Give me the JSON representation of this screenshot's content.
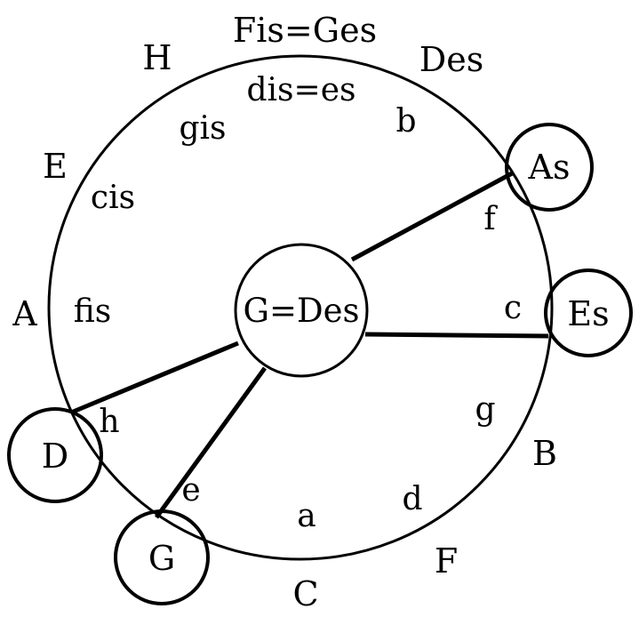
{
  "center_label": "G=Des",
  "outer_ring": [
    {
      "id": "fis-ges",
      "text": "Fis=Ges"
    },
    {
      "id": "des-upper",
      "text": "Des"
    },
    {
      "id": "h-upper",
      "text": "H"
    },
    {
      "id": "e-upper",
      "text": "E"
    },
    {
      "id": "a-upper",
      "text": "A"
    },
    {
      "id": "b-upper",
      "text": "B"
    },
    {
      "id": "f-upper",
      "text": "F"
    },
    {
      "id": "c-upper",
      "text": "C"
    }
  ],
  "inner_ring": [
    {
      "id": "dis-es",
      "text": "dis=es"
    },
    {
      "id": "b-lower",
      "text": "b"
    },
    {
      "id": "gis",
      "text": "gis"
    },
    {
      "id": "cis",
      "text": "cis"
    },
    {
      "id": "fis",
      "text": "fis"
    },
    {
      "id": "f-lower",
      "text": "f"
    },
    {
      "id": "c-lower",
      "text": "c"
    },
    {
      "id": "g-lower",
      "text": "g"
    },
    {
      "id": "h-lower",
      "text": "h"
    },
    {
      "id": "e-lower",
      "text": "e"
    },
    {
      "id": "a-lower",
      "text": "a"
    },
    {
      "id": "d-lower",
      "text": "d"
    }
  ],
  "circled_keys": [
    {
      "id": "as",
      "text": "As"
    },
    {
      "id": "es",
      "text": "Es"
    },
    {
      "id": "d",
      "text": "D"
    },
    {
      "id": "g",
      "text": "G"
    }
  ]
}
